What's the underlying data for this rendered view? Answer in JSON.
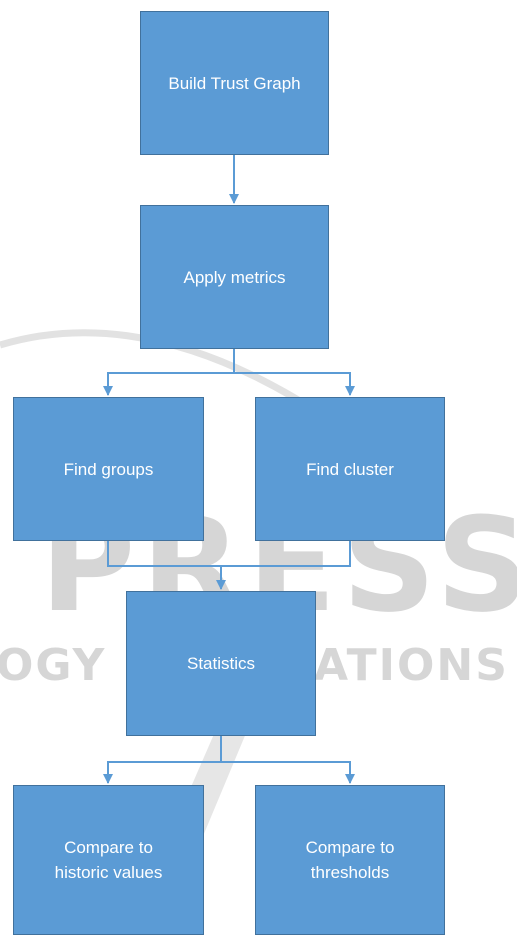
{
  "watermark": {
    "line1": "PRESS",
    "line2": "OGY PUBLICATIONS"
  },
  "nodes": {
    "build_trust_graph": "Build Trust Graph",
    "apply_metrics": "Apply metrics",
    "find_groups": "Find groups",
    "find_cluster": "Find cluster",
    "statistics": "Statistics",
    "compare_historic": "Compare to\nhistoric values",
    "compare_thresholds": "Compare to\nthresholds"
  },
  "colors": {
    "node_fill": "#5b9bd5",
    "node_border": "#41719c",
    "edge": "#5b9bd5",
    "watermark": "#d6d6d6"
  }
}
